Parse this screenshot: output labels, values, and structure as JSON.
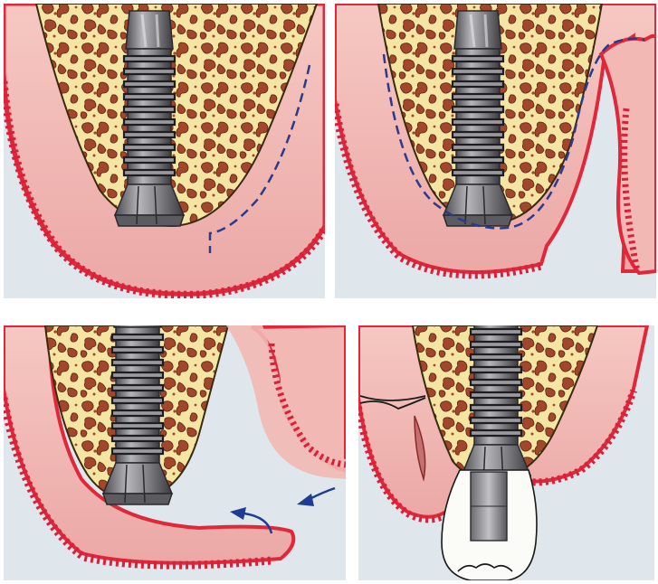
{
  "figure": {
    "panels": [
      {
        "id": "panel-1",
        "step": 1
      },
      {
        "id": "panel-2",
        "step": 2
      },
      {
        "id": "panel-3",
        "step": 3
      },
      {
        "id": "panel-4",
        "step": 4
      }
    ]
  },
  "colors": {
    "background": "#dfe7ec",
    "gum": "#f0b8b4",
    "gum_edge": "#e0283a",
    "bone": "#f4e6a2",
    "bone_pores": "#a2462c",
    "implant": "#7c7c80",
    "incision_line": "#2c3a8c",
    "arrow": "#1d3c92",
    "crown": "#fbfbf7"
  },
  "icons": {
    "implant": "implant-screw-icon",
    "arrows": "curved-arrow-icon",
    "suture": "suture-thread-icon",
    "crown": "tooth-crown-icon"
  }
}
